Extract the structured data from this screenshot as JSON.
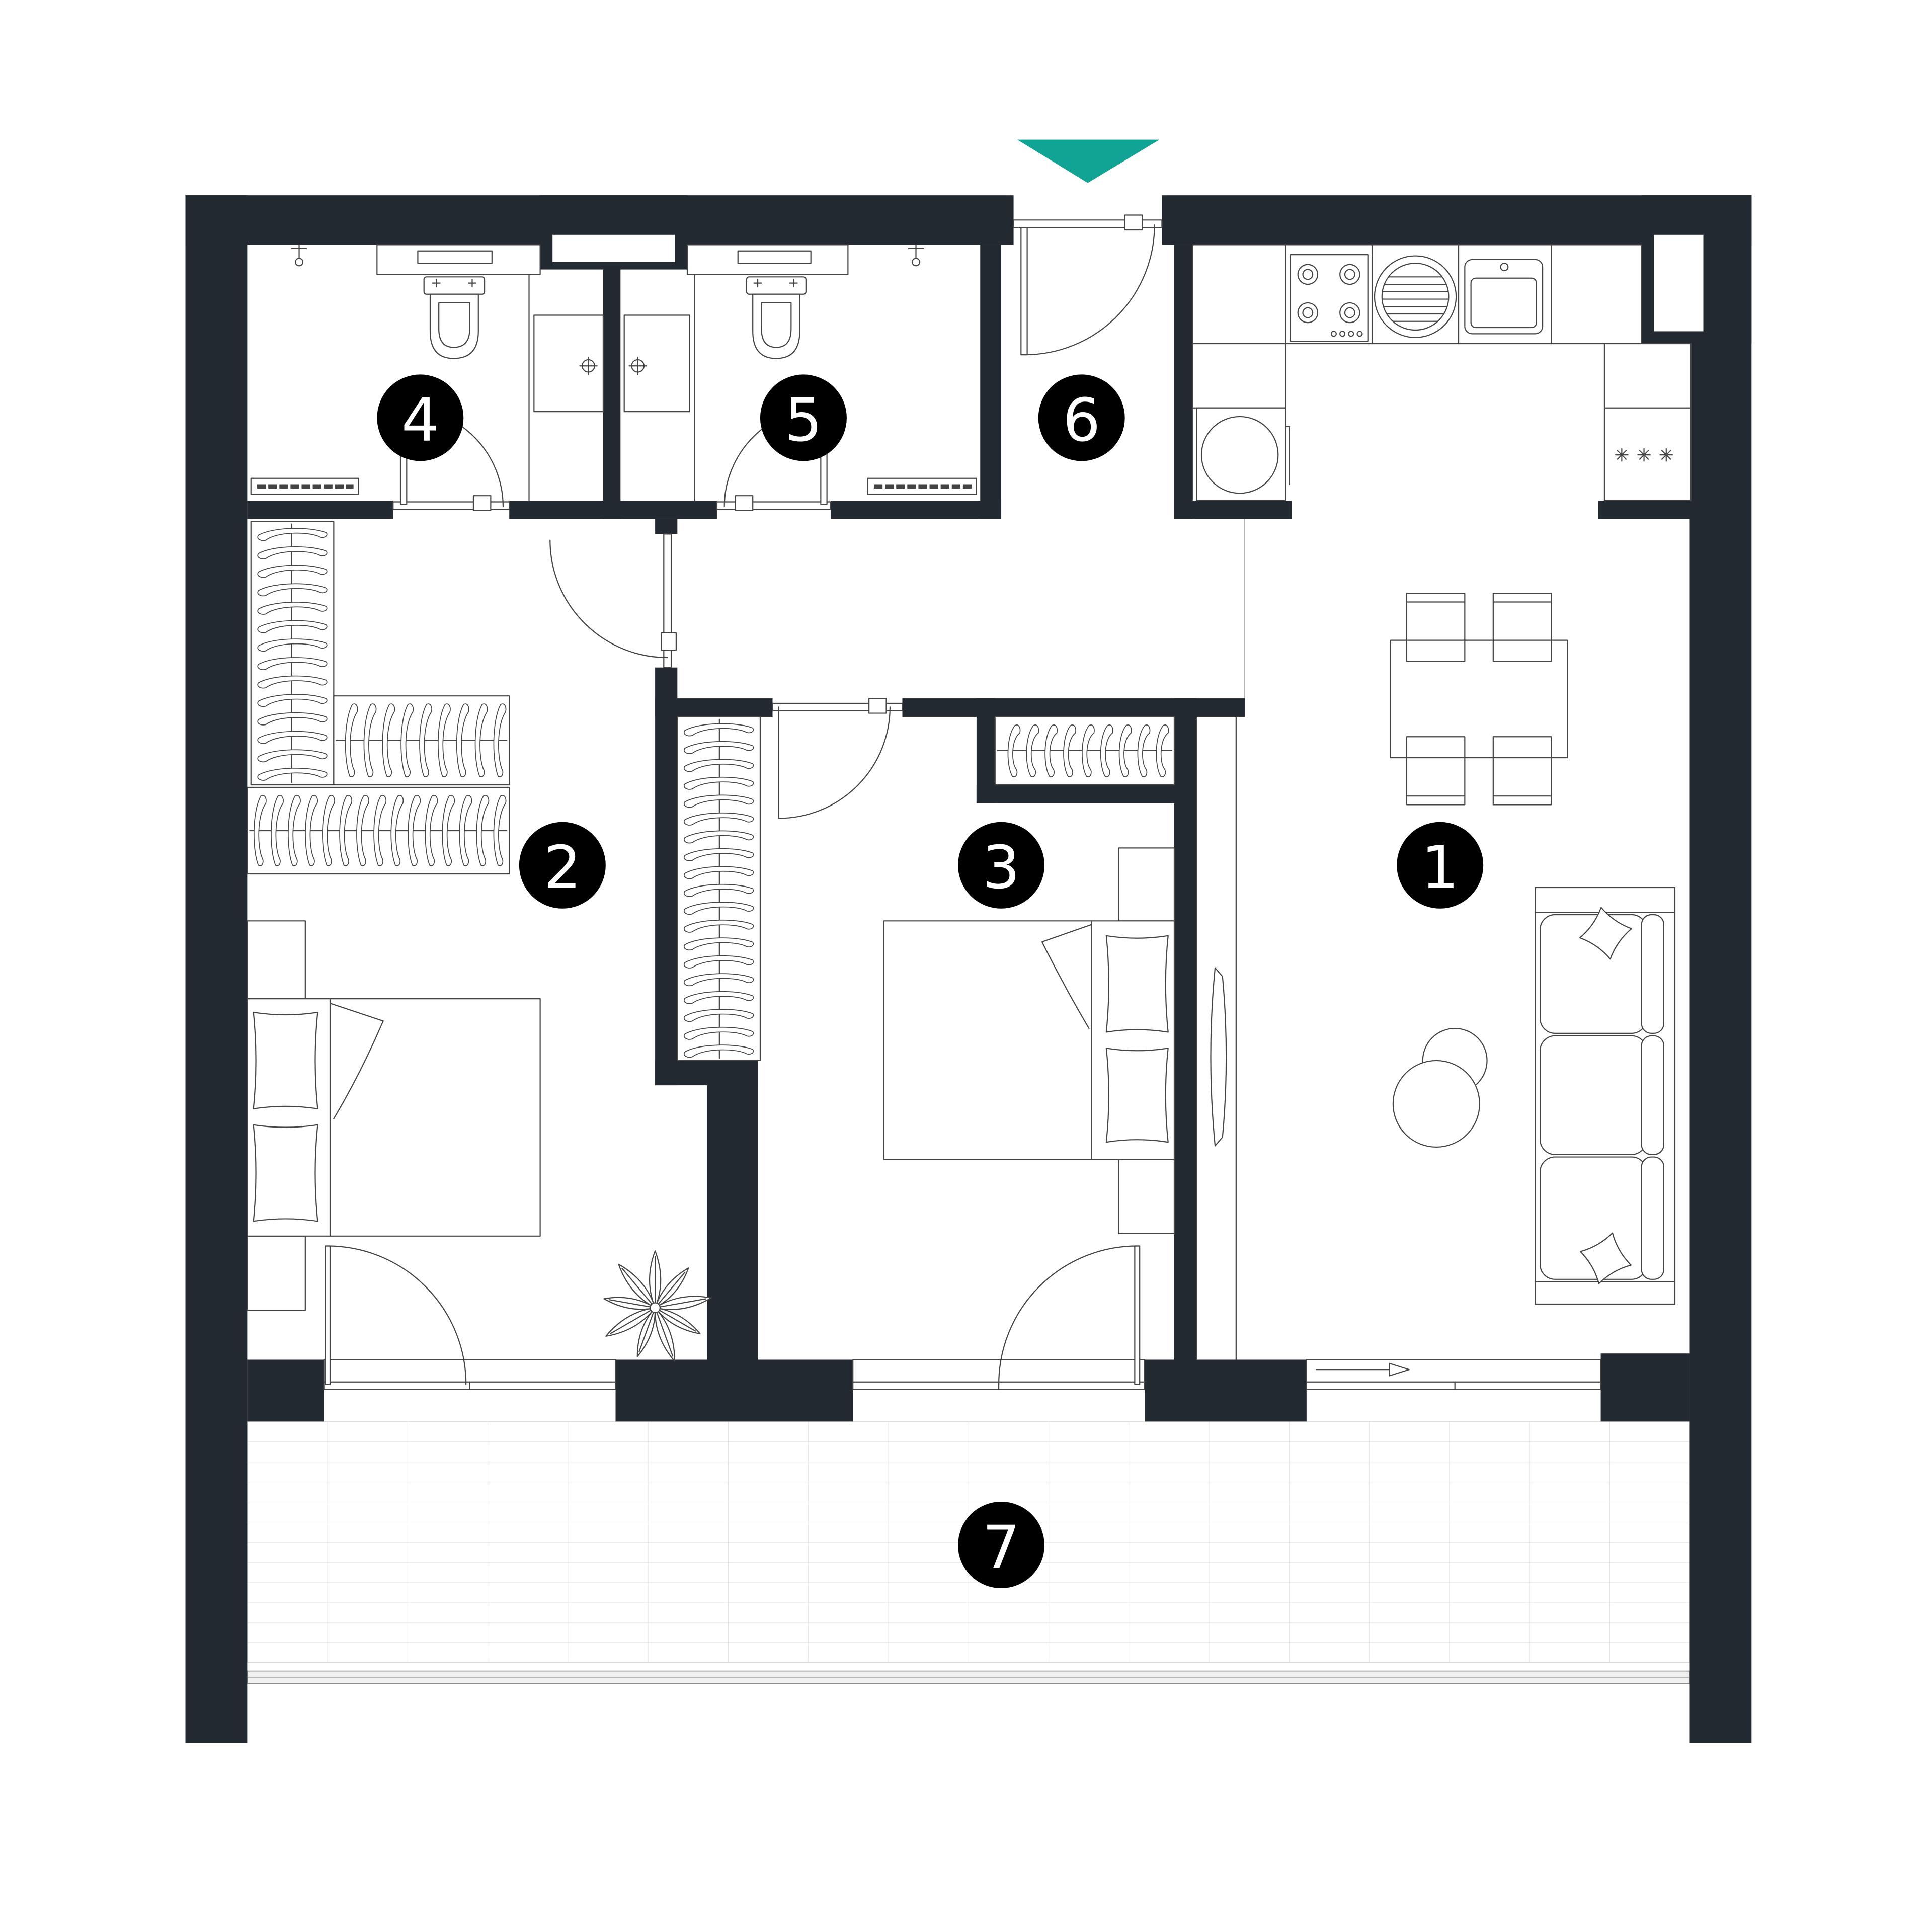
{
  "colors": {
    "wall": "#232931",
    "accent": "#11a394"
  },
  "rooms": [
    {
      "label": "1"
    },
    {
      "label": "2"
    },
    {
      "label": "3"
    },
    {
      "label": "4"
    },
    {
      "label": "5"
    },
    {
      "label": "6"
    },
    {
      "label": "7"
    }
  ],
  "icons": [
    "entrance-arrow-icon",
    "toilet-icon",
    "shower-icon",
    "washbasin-icon",
    "radiator-icon",
    "hob-icon",
    "kitchen-sink-icon",
    "washing-machine-icon",
    "fridge-icon",
    "bed-icon",
    "pillow-icon",
    "wardrobe-icon",
    "dining-table-icon",
    "chair-icon",
    "sofa-icon",
    "coffee-table-icon",
    "plant-icon",
    "door-icon",
    "window-icon"
  ]
}
